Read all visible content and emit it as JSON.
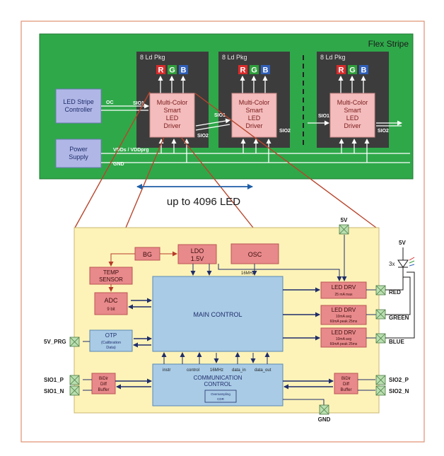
{
  "flex": {
    "title": "Flex Stripe",
    "pkg_label": "8 Ld Pkg",
    "rgb": [
      "R",
      "G",
      "B"
    ],
    "driver_lines": [
      "Multi-Color",
      "Smart",
      "LED",
      "Driver"
    ],
    "controller_lines": [
      "LED Stripe",
      "Controller"
    ],
    "power_lines": [
      "Power",
      "Supply"
    ],
    "oc": "OC",
    "sio1": "SIO1",
    "sio2": "SIO2",
    "vdd": "VDDs / VDDprg",
    "gnd": "GND"
  },
  "span_text": "up to 4096 LED",
  "chip": {
    "bg": "BG",
    "ldo": [
      "LDO",
      "1.5V"
    ],
    "osc": "OSC",
    "clk": "16MHz",
    "temp": [
      "TEMP",
      "SENSOR"
    ],
    "adc": [
      "ADC",
      "9 bit"
    ],
    "otp": [
      "OTP",
      "(Calibration",
      "Data)"
    ],
    "main": "MAIN CONTROL",
    "led_drv": [
      {
        "title": "LED DRV",
        "sub": [
          "25 mA max"
        ]
      },
      {
        "title": "LED DRV",
        "sub": [
          "10mA avg",
          "60mA peak 25ms"
        ]
      },
      {
        "title": "LED DRV",
        "sub": [
          "10mA avg",
          "60mA peak 25ms"
        ]
      }
    ],
    "comm": [
      "COMMUNICATION",
      "CONTROL"
    ],
    "cdr": [
      "Oversampling",
      "CDR"
    ],
    "bidir": [
      "BiDir",
      "Diff",
      "Buffer"
    ],
    "bus": [
      "instr",
      "control",
      "16MHz",
      "data_in",
      "data_out"
    ],
    "pins": {
      "v5": "5V",
      "v5prg": "5V_PRG",
      "sio1p": "SIO1_P",
      "sio1n": "SIO1_N",
      "sio2p": "SIO2_P",
      "sio2n": "SIO2_N",
      "red": "RED",
      "green": "GREEN",
      "blue": "BLUE",
      "gnd": "GND"
    },
    "led_count": "3x",
    "led_supply": "5V"
  },
  "colors": {
    "board": "#2fa84a",
    "pkg": "#3c3c3c",
    "driver": "#f4bcbc",
    "chip_bg": "#fdf3b8",
    "main": "#a9cbe6",
    "red_box": "#e8898b",
    "pin": "#b9dfb0"
  }
}
